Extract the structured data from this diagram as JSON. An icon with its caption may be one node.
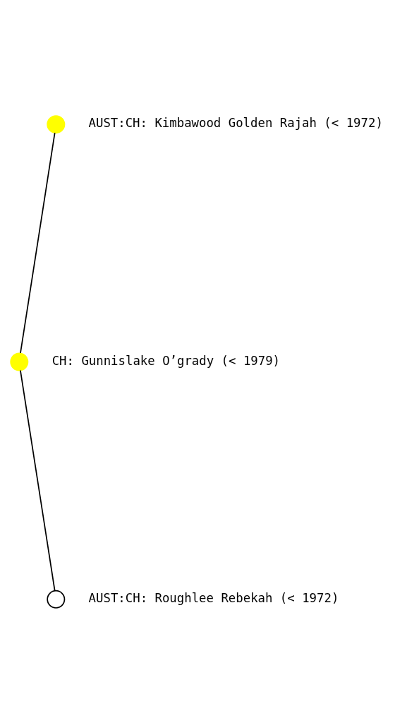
{
  "diagram": {
    "nodes": [
      {
        "text": [],
        "shape": "circle",
        "beside": [
          "AUST:CH: Kimbawood Golden Rajah (< 1972)"
        ]
      },
      {
        "text": [],
        "shape": "circle",
        "beside": [
          "CH: Gunnislake O’grady (< 1979)"
        ]
      },
      {
        "text": [],
        "shape": "circle",
        "beside": [
          "AUST:CH: Roughlee Rebekah (< 1972)"
        ]
      }
    ],
    "edges": [
      {
        "from": 1,
        "to": 0,
        "arrow": "none"
      },
      {
        "from": 1,
        "to": 2,
        "arrow": "none"
      }
    ]
  }
}
